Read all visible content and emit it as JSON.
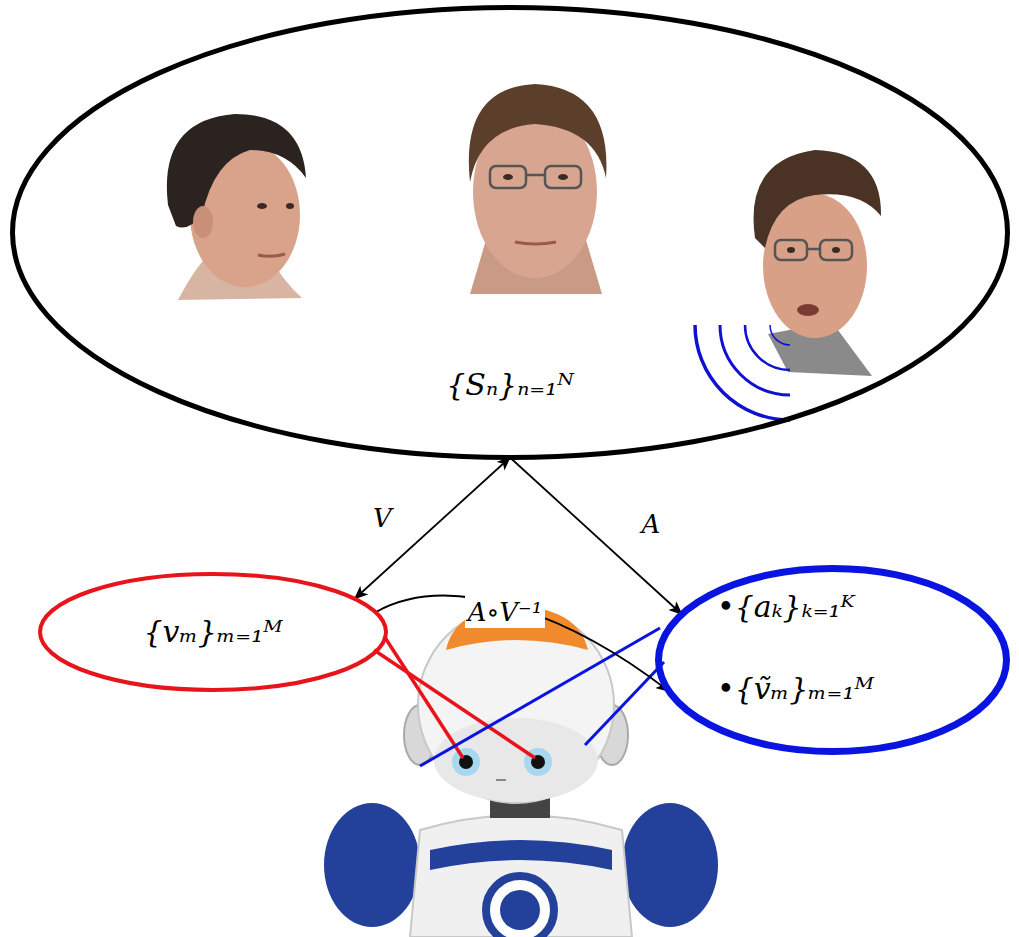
{
  "diagram": {
    "nodes": [
      {
        "text": [
          "{Sₙ}ₙ₌₁ᴺ"
        ]
      },
      {
        "text": [
          "{vₘ}ₘ₌₁ᴹ"
        ]
      },
      {
        "text": [
          "•{aₖ}ₖ₌₁ᴷ",
          "•{ṽₘ}ₘ₌₁ᴹ"
        ]
      }
    ],
    "edges": [
      {
        "from": 0,
        "to": 1,
        "label": "V",
        "arrow": "both"
      },
      {
        "from": 0,
        "to": 2,
        "label": "A",
        "arrow": "to"
      },
      {
        "from": 1,
        "to": 2,
        "label": "A∘V⁻¹",
        "arrow": "to"
      }
    ]
  }
}
